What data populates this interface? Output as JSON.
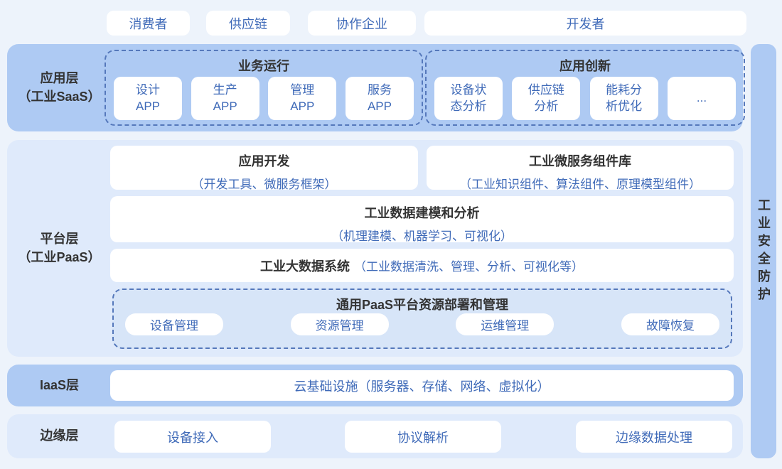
{
  "colors": {
    "page_bg": "#edf3fb",
    "band_medium": "#aecaf3",
    "band_light": "#dfeafb",
    "dashed_fill": "#d7e5f8",
    "blue_text": "#3f6ab8",
    "dark_text": "#333333",
    "dashed_border": "#5578bb"
  },
  "top_actors": [
    {
      "label": "消费者"
    },
    {
      "label": "供应链"
    },
    {
      "label": "协作企业"
    },
    {
      "label": "开发者"
    }
  ],
  "application_layer": {
    "label": "应用层\n（工业SaaS）",
    "groups": [
      {
        "title": "业务运行",
        "apps": [
          "设计\nAPP",
          "生产\nAPP",
          "管理\nAPP",
          "服务\nAPP"
        ]
      },
      {
        "title": "应用创新",
        "apps": [
          "设备状\n态分析",
          "供应链\n分析",
          "能耗分\n析优化",
          "..."
        ]
      }
    ]
  },
  "platform_layer": {
    "label": "平台层\n（工业PaaS）",
    "cards_row": [
      {
        "title": "应用开发",
        "subtitle": "（开发工具、微服务框架）"
      },
      {
        "title": "工业微服务组件库",
        "subtitle": "（工业知识组件、算法组件、原理模型组件）"
      }
    ],
    "modeling_card": {
      "title": "工业数据建模和分析",
      "subtitle": "（机理建模、机器学习、可视化）"
    },
    "bigdata_card": {
      "title": "工业大数据系统",
      "subtitle": "（工业数据清洗、管理、分析、可视化等）"
    },
    "paas_mgmt": {
      "title": "通用PaaS平台资源部署和管理",
      "items": [
        "设备管理",
        "资源管理",
        "运维管理",
        "故障恢复"
      ]
    }
  },
  "iaas_layer": {
    "label": "IaaS层",
    "card": "云基础设施（服务器、存储、网络、虚拟化）"
  },
  "edge_layer": {
    "label": "边缘层",
    "cards": [
      "设备接入",
      "协议解析",
      "边缘数据处理"
    ]
  },
  "security_bar": {
    "label": "工业安全防护"
  }
}
